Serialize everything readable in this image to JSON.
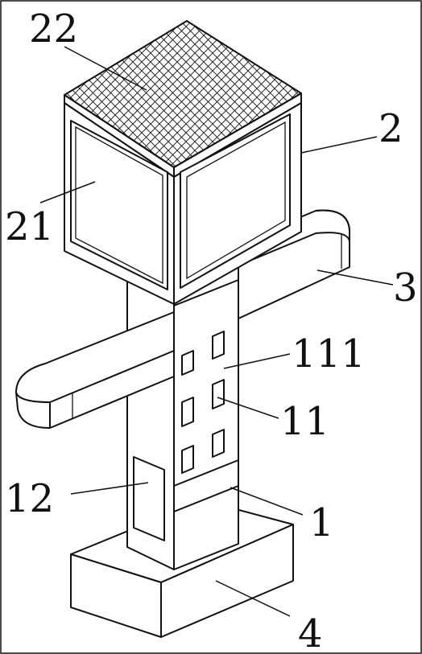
{
  "figure": {
    "labels": [
      {
        "id": "22",
        "text": "22"
      },
      {
        "id": "2",
        "text": "2"
      },
      {
        "id": "21",
        "text": "21"
      },
      {
        "id": "3",
        "text": "3"
      },
      {
        "id": "111",
        "text": "111"
      },
      {
        "id": "11",
        "text": "11"
      },
      {
        "id": "12",
        "text": "12"
      },
      {
        "id": "1",
        "text": "1"
      },
      {
        "id": "4",
        "text": "4"
      }
    ]
  },
  "colors": {
    "line": "#111111",
    "background": "#ffffff"
  }
}
